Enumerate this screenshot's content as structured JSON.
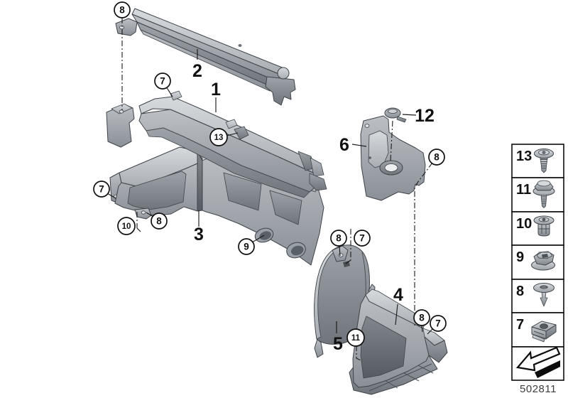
{
  "diagram": {
    "doc_number": "502811",
    "part_labels": [
      {
        "part": "1",
        "text": "1"
      },
      {
        "part": "2",
        "text": "2"
      },
      {
        "part": "3",
        "text": "3"
      },
      {
        "part": "4",
        "text": "4"
      },
      {
        "part": "5",
        "text": "5"
      },
      {
        "part": "6",
        "text": "6"
      },
      {
        "part": "12",
        "text": "12"
      }
    ],
    "callouts": [
      {
        "text": "8"
      },
      {
        "text": "7"
      },
      {
        "text": "13"
      },
      {
        "text": "7"
      },
      {
        "text": "10"
      },
      {
        "text": "8"
      },
      {
        "text": "9"
      },
      {
        "text": "8"
      },
      {
        "text": "7"
      },
      {
        "text": "11"
      },
      {
        "text": "8"
      },
      {
        "text": "7"
      },
      {
        "text": "8"
      }
    ]
  },
  "legend": {
    "items": [
      {
        "number": "13",
        "icon": "torx-pan-screw-icon"
      },
      {
        "number": "11",
        "icon": "hex-bolt-washer-icon"
      },
      {
        "number": "10",
        "icon": "blind-rivet-nut-icon"
      },
      {
        "number": "9",
        "icon": "flange-nut-icon"
      },
      {
        "number": "8",
        "icon": "expanding-rivet-icon"
      },
      {
        "number": "7",
        "icon": "cage-nut-icon"
      }
    ],
    "footer_icon": "front-direction-arrow-icon"
  }
}
